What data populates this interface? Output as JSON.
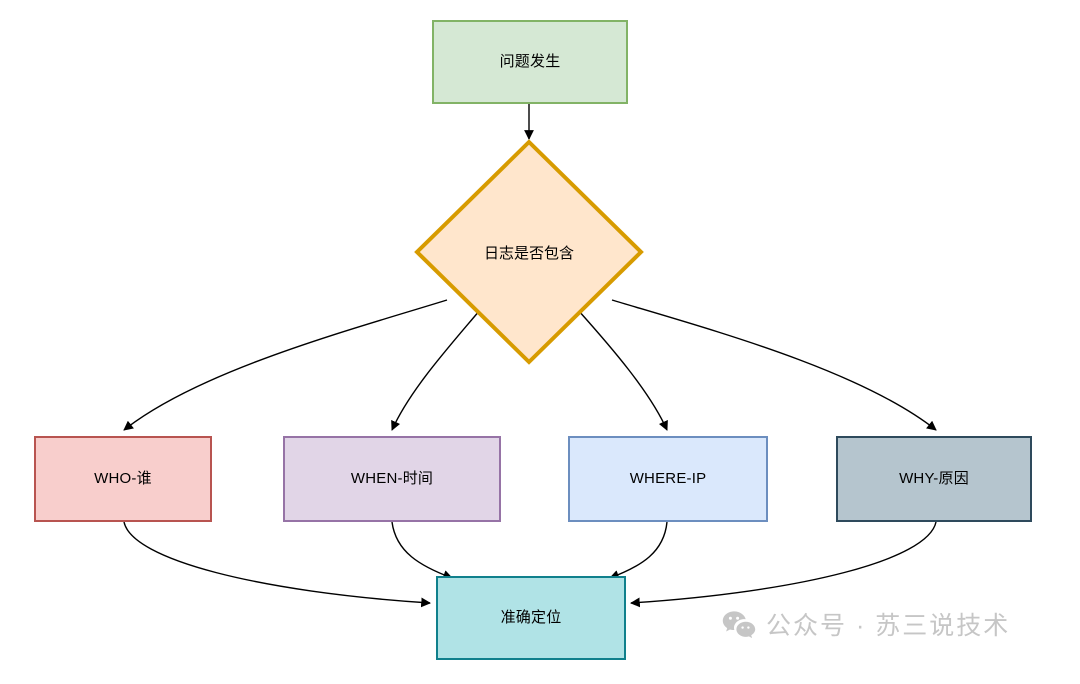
{
  "diagram": {
    "type": "flowchart",
    "title": "",
    "direction": "top-down",
    "background": "#ffffff"
  },
  "nodes": {
    "start": {
      "label": "问题发生",
      "shape": "rectangle",
      "fill": "#d5e8d4",
      "stroke": "#82b366"
    },
    "decision": {
      "label": "日志是否包含",
      "shape": "diamond",
      "fill": "#ffe6cc",
      "stroke": "#d79b00"
    },
    "who": {
      "label": "WHO-谁",
      "shape": "rectangle",
      "fill": "#f8cecc",
      "stroke": "#b85450"
    },
    "when": {
      "label": "WHEN-时间",
      "shape": "rectangle",
      "fill": "#e1d5e7",
      "stroke": "#9673a6"
    },
    "where": {
      "label": "WHERE-IP",
      "shape": "rectangle",
      "fill": "#dae8fc",
      "stroke": "#6c8ebf"
    },
    "why": {
      "label": "WHY-原因",
      "shape": "rectangle",
      "fill": "#b5c5ce",
      "stroke": "#2e4a5c"
    },
    "result": {
      "label": "准确定位",
      "shape": "rectangle",
      "fill": "#b0e3e6",
      "stroke": "#10808c"
    }
  },
  "edges": [
    {
      "from": "start",
      "to": "decision",
      "label": "",
      "style": "straight-arrow"
    },
    {
      "from": "decision",
      "to": "who",
      "label": "",
      "style": "curved-arrow"
    },
    {
      "from": "decision",
      "to": "when",
      "label": "",
      "style": "curved-arrow"
    },
    {
      "from": "decision",
      "to": "where",
      "label": "",
      "style": "curved-arrow"
    },
    {
      "from": "decision",
      "to": "why",
      "label": "",
      "style": "curved-arrow"
    },
    {
      "from": "who",
      "to": "result",
      "label": "",
      "style": "curved-arrow"
    },
    {
      "from": "when",
      "to": "result",
      "label": "",
      "style": "curved-arrow"
    },
    {
      "from": "where",
      "to": "result",
      "label": "",
      "style": "curved-arrow"
    },
    {
      "from": "why",
      "to": "result",
      "label": "",
      "style": "curved-arrow"
    }
  ],
  "watermark": {
    "text": "公众号 · 苏三说技术",
    "icon": "wechat-icon",
    "color": "#c6c6c6"
  }
}
